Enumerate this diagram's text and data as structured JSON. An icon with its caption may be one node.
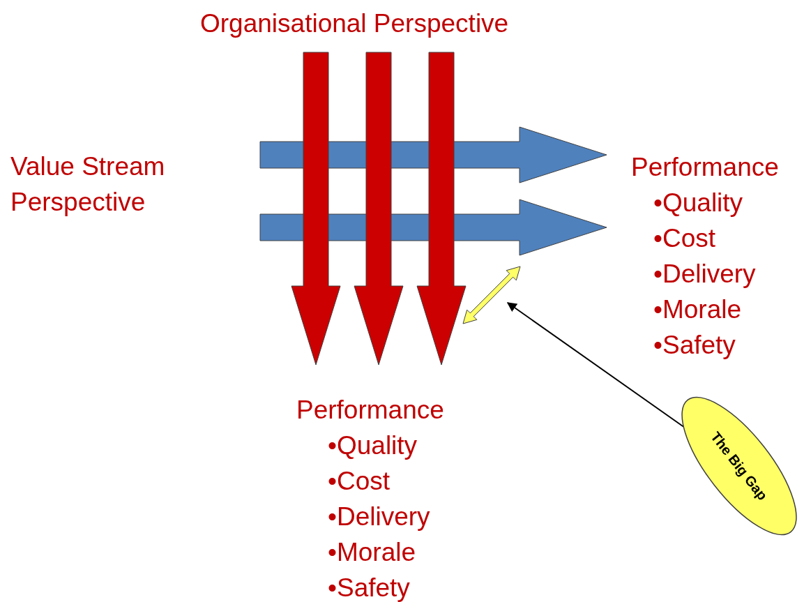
{
  "diagram": {
    "nodes": [
      {
        "text": [
          "Organisational Perspective"
        ]
      },
      {
        "text": [
          "Value Stream Perspective"
        ]
      },
      {
        "text": [
          "Performance",
          "•Quality",
          "•Cost",
          "•Delivery",
          "•Morale",
          "•Safety"
        ]
      },
      {
        "text": [
          "Performance",
          "•Quality",
          "•Cost",
          "•Delivery",
          "•Morale",
          "•Safety"
        ]
      },
      {
        "text": [
          "The Big Gap"
        ]
      }
    ],
    "edges": [
      {
        "from": 1,
        "to": 2,
        "arrow": "to",
        "style": "thick",
        "color": "#4f81bd"
      },
      {
        "from": 1,
        "to": 2,
        "arrow": "to",
        "style": "thick",
        "color": "#4f81bd"
      },
      {
        "from": 0,
        "to": 3,
        "arrow": "to",
        "style": "thick"
      },
      {
        "from": 0,
        "to": 3,
        "arrow": "to",
        "style": "thick"
      },
      {
        "from": 0,
        "to": 3,
        "arrow": "to",
        "style": "thick"
      },
      {
        "from": 4,
        "to": null,
        "arrow": "to",
        "color": "#000000"
      }
    ]
  }
}
